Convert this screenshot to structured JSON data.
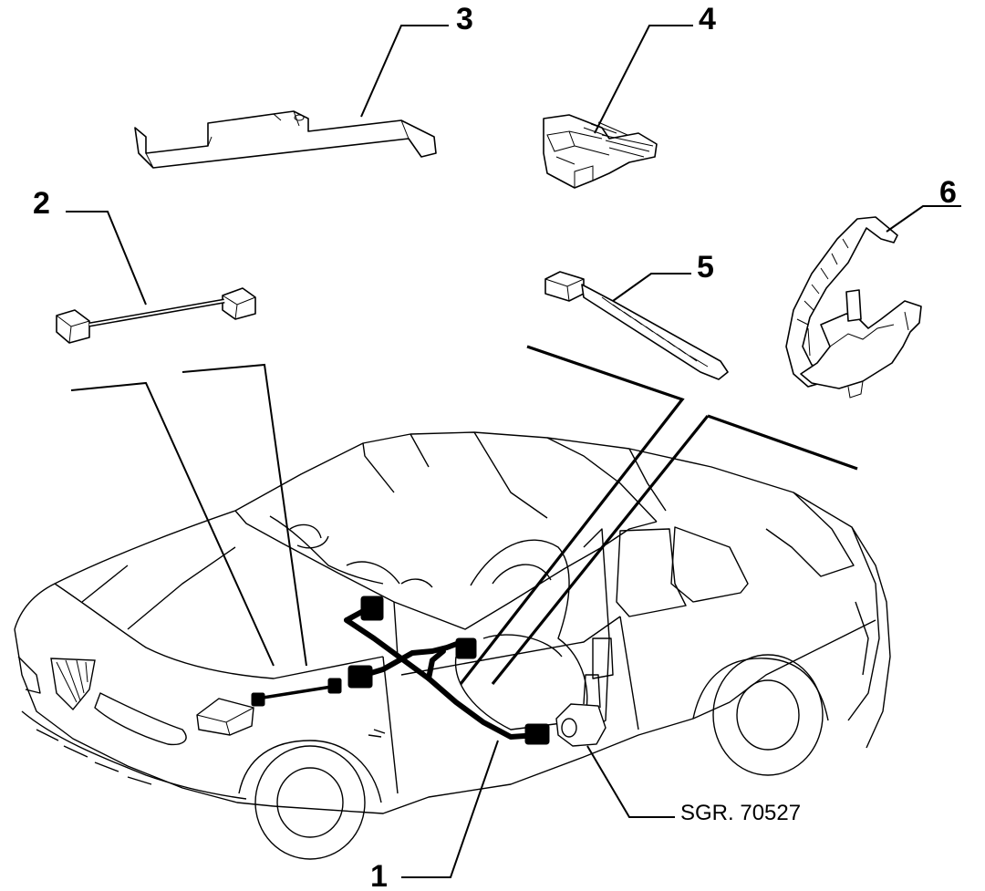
{
  "callouts": [
    {
      "number": "1"
    },
    {
      "number": "2"
    },
    {
      "number": "3"
    },
    {
      "number": "4"
    },
    {
      "number": "5"
    },
    {
      "number": "6"
    }
  ],
  "reference_code": "SGR. 70527"
}
